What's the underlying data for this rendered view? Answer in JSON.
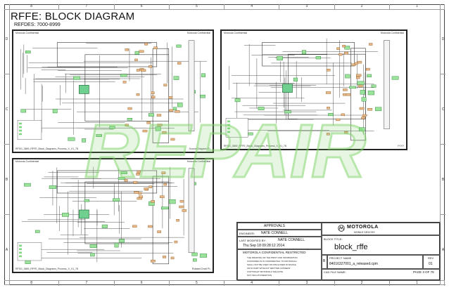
{
  "sheet": {
    "title": "RFFE: BLOCK DIAGRAM",
    "refdes": "REFDES: 7000-8999",
    "col_labels": [
      "8",
      "7",
      "6",
      "5",
      "4",
      "3",
      "2",
      "1"
    ],
    "row_labels": [
      "D",
      "C",
      "B",
      "A"
    ]
  },
  "panels": [
    {
      "top_left": "Motorola Confidential",
      "top_right": "Motorola Confidential",
      "footer_left": "RFSG_3659_RFFE_Block_Diagrams_Process_X_V1_78",
      "footer_right": "Source Diagram P1"
    },
    {
      "top_left": "Motorola Confidential",
      "top_right": "Motorola Confidential",
      "footer_left": "RFSG_3659_RFFE_Block_Diagrams_Process_X_V1_78",
      "footer_right": "YYYY"
    },
    {
      "top_left": "Motorola Confidential",
      "top_right": "Motorola Confidential",
      "footer_left": "RFSG_3659_RFFE_Block_Diagrams_Process_X_V1_78",
      "footer_right": "Rotated Draft P1"
    }
  ],
  "watermark": {
    "text": "REPAIR",
    "color": "#7fd46a"
  },
  "title_block": {
    "approvals": "APPROVALS",
    "engineer_label": "ENGINEER:",
    "engineer": "NATE CONNELL",
    "last_modified_label": "LAST MODIFIED BY:",
    "last_modified_by": "NATE CONNELL",
    "date": "Thu Sep 18 09:28:12 2014",
    "confidential": "MOTOROLA CONFIDENTIAL RESTRICTED",
    "legal_1": "THE DRAWING OR THE PRINT AND INFORMATION",
    "legal_2": "CONTAINED IN IS CONFIDENTIAL TO MOTOROLA",
    "legal_3": "SHALL NOT BE USED OR DISCLOSED IN WHOLE",
    "legal_4": "OR IN PART WITHOUT WRITTEN CONSENT",
    "legal_5": "COPYRIGHT MOTOROLA THE DATE",
    "legal_6": "NOT INFLUTIONEDITION",
    "company": "MOTOROLA",
    "company_sub": "MOBILE DEVICES",
    "block_title_label": "BLOCK TITLE:",
    "block_title": "block_rffe",
    "size_label": "B",
    "project_label": "PROJECT NAME",
    "project": "84016327001_a_released.cpm",
    "rev_label": "REV",
    "rev": "01",
    "cad_file_label": "CAD FILE NAME:",
    "page": "PAGE 3 OF 78"
  }
}
